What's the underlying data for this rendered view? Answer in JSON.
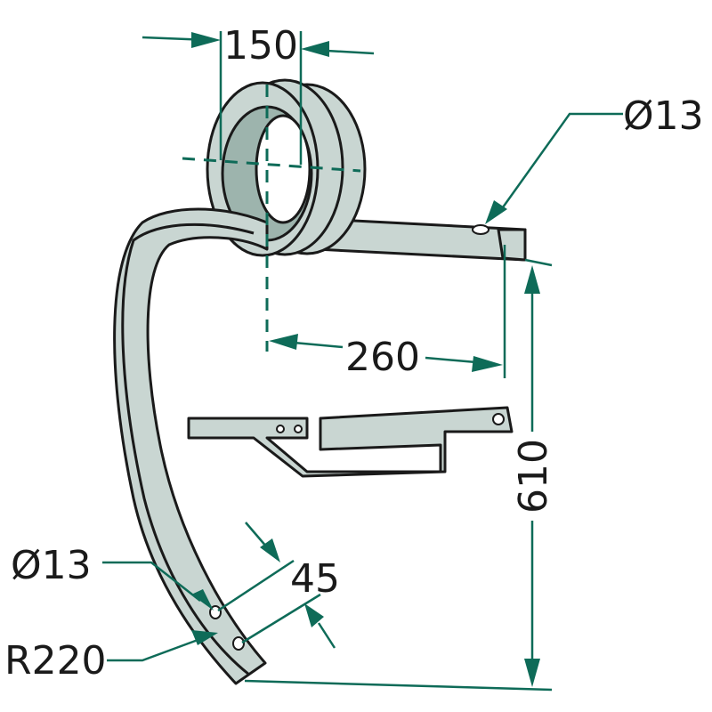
{
  "title": "Spring tine technical drawing",
  "dimensions": {
    "coil_width": "150",
    "top_hole": "Ø13",
    "arm_length": "260",
    "height": "610",
    "tip_hole": "Ø13",
    "hole_spacing": "45",
    "radius": "R220"
  },
  "colors": {
    "accent": "#0e6b58",
    "part": "#c9d6d2",
    "shade": "#9db4ad"
  }
}
